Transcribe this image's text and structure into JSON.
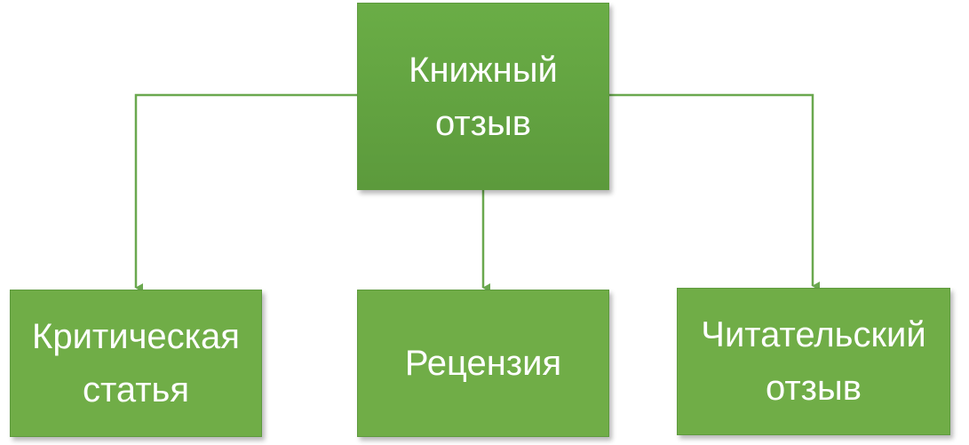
{
  "diagram": {
    "root": {
      "label": "Книжный\nотзыв"
    },
    "children": [
      {
        "label": "Критическая\nстатья"
      },
      {
        "label": "Рецензия"
      },
      {
        "label": "Читательский\nотзыв"
      }
    ]
  },
  "colors": {
    "node_fill": "#70ad47",
    "root_fill": "#62a340",
    "connector": "#6aa84f",
    "text": "#ffffff"
  }
}
